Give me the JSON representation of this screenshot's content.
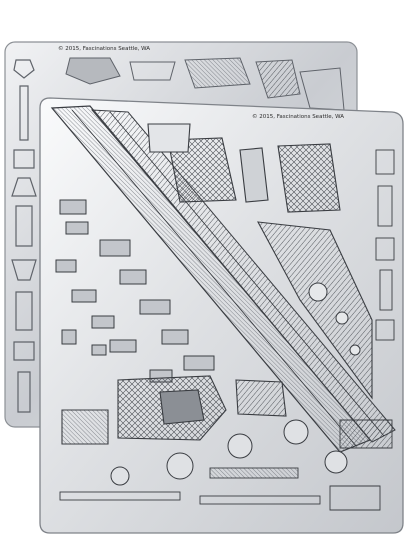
{
  "photo": {
    "subject": "photo",
    "back_sheet": {
      "copyright": "© 2015, Fascinations Seattle, WA"
    },
    "front_sheet": {
      "copyright": "© 2015, Fascinations Seattle, WA"
    },
    "colors": {
      "background": "#ffffff",
      "metal_light": "#e9eaec",
      "metal_mid": "#b9bcc1",
      "metal_dark": "#6c7077",
      "etch_line": "#3a3d42"
    }
  }
}
